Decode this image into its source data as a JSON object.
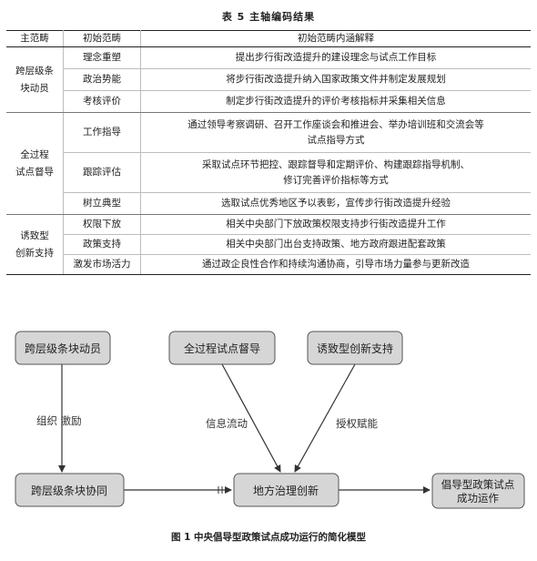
{
  "table": {
    "caption": "表 5   主轴编码结果",
    "headers": [
      "主范畴",
      "初始范畴",
      "初始范畴内涵解释"
    ],
    "groups": [
      {
        "main_line1": "跨层级条",
        "main_line2": "块动员",
        "rows": [
          {
            "init": "理念重塑",
            "desc": "提出步行街改造提升的建设理念与试点工作目标"
          },
          {
            "init": "政治势能",
            "desc": "将步行街改造提升纳入国家政策文件并制定发展规划"
          },
          {
            "init": "考核评价",
            "desc": "制定步行街改造提升的评价考核指标并采集相关信息"
          }
        ]
      },
      {
        "main_line1": "全过程",
        "main_line2": "试点督导",
        "rows": [
          {
            "init": "工作指导",
            "desc_line1": "通过领导考察调研、召开工作座谈会和推进会、举办培训班和交流会等",
            "desc_line2": "试点指导方式"
          },
          {
            "init": "跟踪评估",
            "desc_line1": "采取试点环节把控、跟踪督导和定期评价、构建跟踪指导机制、",
            "desc_line2": "修订完善评价指标等方式"
          },
          {
            "init": "树立典型",
            "desc": "选取试点优秀地区予以表彰，宣传步行街改造提升经验"
          }
        ]
      },
      {
        "main_line1": "诱致型",
        "main_line2": "创新支持",
        "rows": [
          {
            "init": "权限下放",
            "desc": "相关中央部门下放政策权限支持步行街改造提升工作"
          },
          {
            "init": "政策支持",
            "desc": "相关中央部门出台支持政策、地方政府跟进配套政策"
          },
          {
            "init": "激发市场活力",
            "desc": "通过政企良性合作和持续沟通协商，引导市场力量参与更新改造"
          }
        ]
      }
    ]
  },
  "diagram": {
    "nodes": {
      "mobilize": "跨层级条块动员",
      "supervise": "全过程试点督导",
      "support": "诱致型创新支持",
      "coordinate": "跨层级条块协同",
      "governance": "地方治理创新",
      "success_line1": "倡导型政策试点",
      "success_line2": "成功运作"
    },
    "edge_labels": {
      "organize": "组织  激励",
      "info_flow": "信息流动",
      "empower": "授权赋能"
    }
  },
  "figure_caption": "图 1   中央倡导型政策试点成功运行的简化模型",
  "colors": {
    "node_fill": "#d6d6d6",
    "node_stroke": "#555555",
    "arrow": "#333333"
  }
}
